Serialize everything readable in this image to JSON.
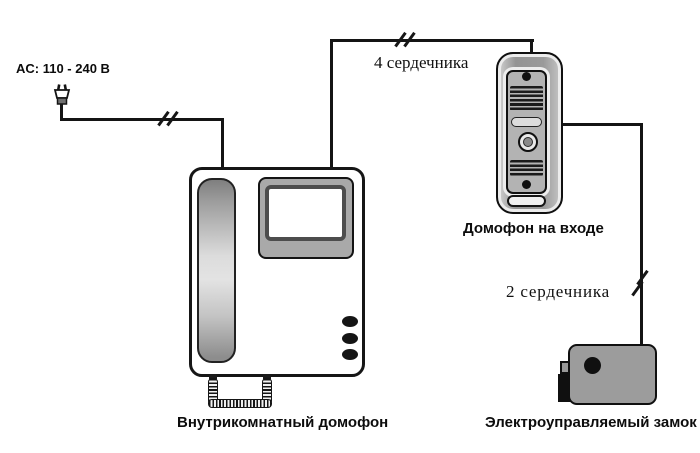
{
  "labels": {
    "ac_power": "AC: 110 - 240 В",
    "top_cable": "4 сердечника",
    "right_cable": "2 сердечника",
    "door_station": "Домофон на входе",
    "indoor_unit": "Внутрикомнатный домофон",
    "lock": "Электроуправляемый замок"
  },
  "icons": {
    "power_plug": "power-plug-icon",
    "cable_marks": "double-slash-cable-marks",
    "indoor_intercom": "wall-intercom-with-handset-screen-buttons",
    "door_station": "outdoor-door-station-with-camera",
    "electric_lock": "electric-lock-box"
  },
  "colors": {
    "background": "#ffffff",
    "wire": "#141414",
    "device_gray": "#9a9a9a",
    "panel_gray": "#b3b3b3",
    "lock_gray": "#9c9c9c"
  }
}
